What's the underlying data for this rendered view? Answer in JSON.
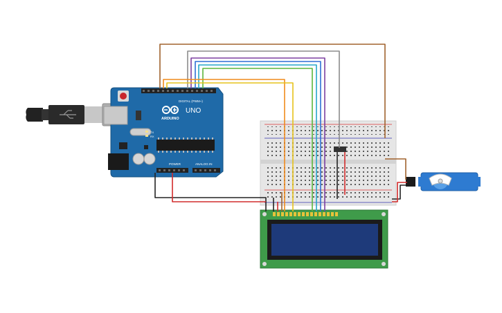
{
  "arduino": {
    "logo_text": "ARDUINO",
    "model": "UNO",
    "digital_header": "DIGITAL (PWM~)",
    "power_header": "POWER",
    "analog_header": "ANALOG IN",
    "led_labels": [
      "TX",
      "RX"
    ]
  },
  "lcd": {
    "pin_count": 16
  },
  "usb": {
    "symbol": "usb-icon"
  },
  "colors": {
    "brown": "#a0622d",
    "grey": "#8c8c8c",
    "purple": "#7b3fa0",
    "blue": "#2f6fd6",
    "cyan": "#27a6c9",
    "green": "#5bb63b",
    "orange": "#f08a1c",
    "yellow": "#e6c21a",
    "red": "#d22b2b",
    "black": "#222222",
    "board": "#1f6aa8",
    "lcd_screen": "#1e3a7a",
    "lcd_pcb": "#3f9b4a",
    "servo": "#2e7bd1"
  }
}
